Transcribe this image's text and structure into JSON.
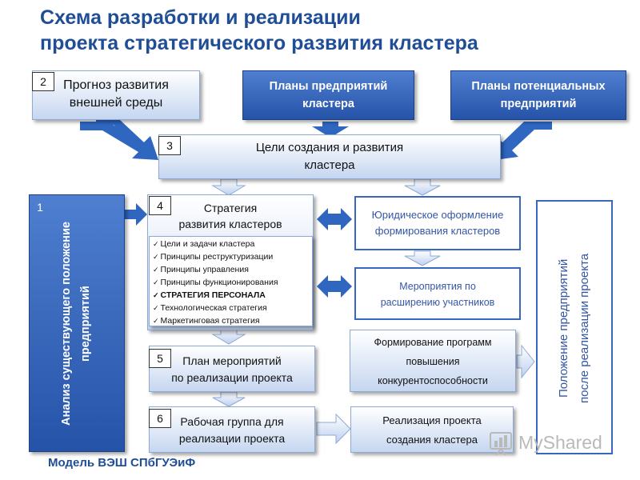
{
  "title": {
    "line1": "Схема разработки и реализации",
    "line2": "проекта стратегического развития кластера"
  },
  "boxes": {
    "forecast": {
      "number": "2",
      "line1": "Прогноз развития",
      "line2": "внешней среды"
    },
    "enterprise_plans": {
      "line1": "Планы предприятий",
      "line2": "кластера"
    },
    "potential_plans": {
      "line1": "Планы потенциальных",
      "line2": "предприятий"
    },
    "goals": {
      "number": "3",
      "line1": "Цели создания и развития",
      "line2": "кластера"
    },
    "analysis": {
      "number": "1",
      "line1": "Анализ существующего положение",
      "line2": "предприятий"
    },
    "strategy": {
      "number": "4",
      "line1": "Стратегия",
      "line2": "развития кластеров",
      "bullets": [
        "Цели и задачи кластера",
        "Принципы реструктуризации",
        "Принципы управления",
        "Принципы функционирования",
        "СТРАТЕГИЯ ПЕРСОНАЛА",
        "Технологическая стратегия",
        "Маркетинговая стратегия"
      ],
      "bold_bullet_index": 4
    },
    "legal": {
      "line1": "Юридическое оформление",
      "line2": "формирования кластеров"
    },
    "expansion": {
      "line1": "Мероприятия по",
      "line2": "расширению участников"
    },
    "competitiveness": {
      "line1": "Формирование программ",
      "line2": "повышения",
      "line3": "конкурентоспособности"
    },
    "action_plan": {
      "number": "5",
      "line1": "План мероприятий",
      "line2": "по реализации проекта"
    },
    "working_group": {
      "number": "6",
      "line1": "Рабочая группа для",
      "line2": "реализации проекта"
    },
    "implementation": {
      "line1": "Реализация проекта",
      "line2": "создания кластера"
    },
    "position_after": {
      "line1": "Положение предприятий",
      "line2": "после реализации проекта"
    }
  },
  "footer": "Модель ВЭШ СПбГУЭиФ",
  "watermark": "MyShared",
  "colors": {
    "title": "#1f4e96",
    "dark_box": "#2f5fb4",
    "arrow_dark": "#2f66c0",
    "arrow_light": "#c9d9f2",
    "border": "#3867c0"
  }
}
